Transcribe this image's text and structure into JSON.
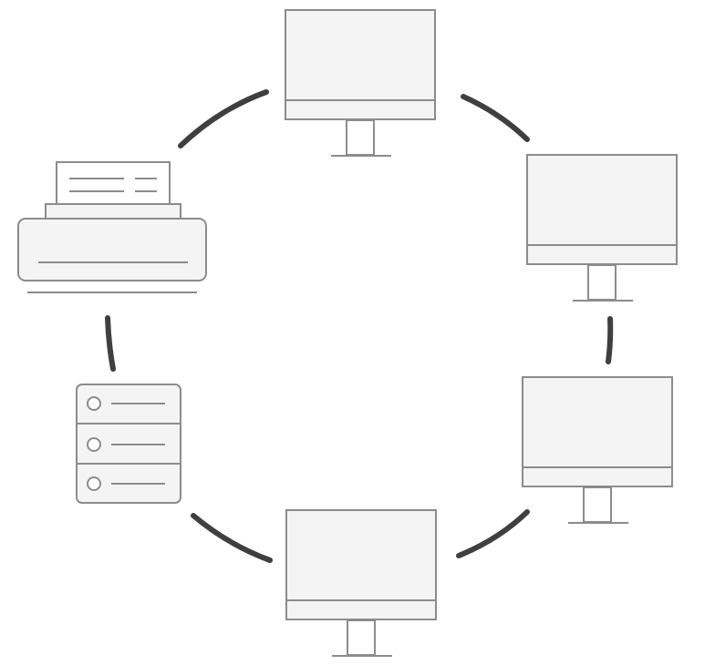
{
  "diagram": {
    "topology": "ring",
    "nodes": [
      {
        "id": "monitor-top",
        "icon": "monitor-icon"
      },
      {
        "id": "monitor-right-upper",
        "icon": "monitor-icon"
      },
      {
        "id": "monitor-right-lower",
        "icon": "monitor-icon"
      },
      {
        "id": "monitor-bottom",
        "icon": "monitor-icon"
      },
      {
        "id": "server",
        "icon": "server-rack-icon"
      },
      {
        "id": "printer",
        "icon": "printer-icon"
      }
    ],
    "links": [
      {
        "from": "monitor-top",
        "to": "monitor-right-upper"
      },
      {
        "from": "monitor-right-upper",
        "to": "monitor-right-lower"
      },
      {
        "from": "monitor-right-lower",
        "to": "monitor-bottom"
      },
      {
        "from": "monitor-bottom",
        "to": "server"
      },
      {
        "from": "server",
        "to": "printer"
      },
      {
        "from": "printer",
        "to": "monitor-top"
      }
    ]
  },
  "colors": {
    "outline": "#8c8c8c",
    "fill": "#f4f4f4",
    "link": "#3f3f3f",
    "background": "#ffffff"
  }
}
